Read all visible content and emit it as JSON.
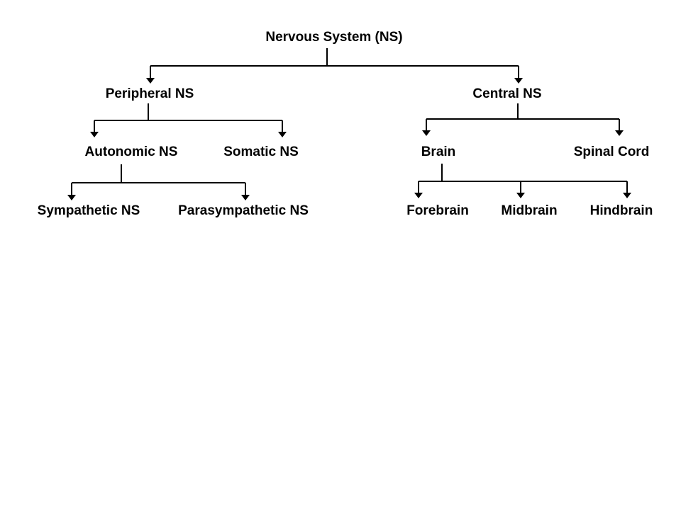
{
  "diagram": {
    "nodes": {
      "root": "Nervous System (NS)",
      "peripheral": "Peripheral NS",
      "central": "Central NS",
      "autonomic": "Autonomic NS",
      "somatic": "Somatic NS",
      "brain": "Brain",
      "spinal_cord": "Spinal Cord",
      "sympathetic": "Sympathetic NS",
      "parasympathetic": "Parasympathetic NS",
      "forebrain": "Forebrain",
      "midbrain": "Midbrain",
      "hindbrain": "Hindbrain"
    }
  }
}
